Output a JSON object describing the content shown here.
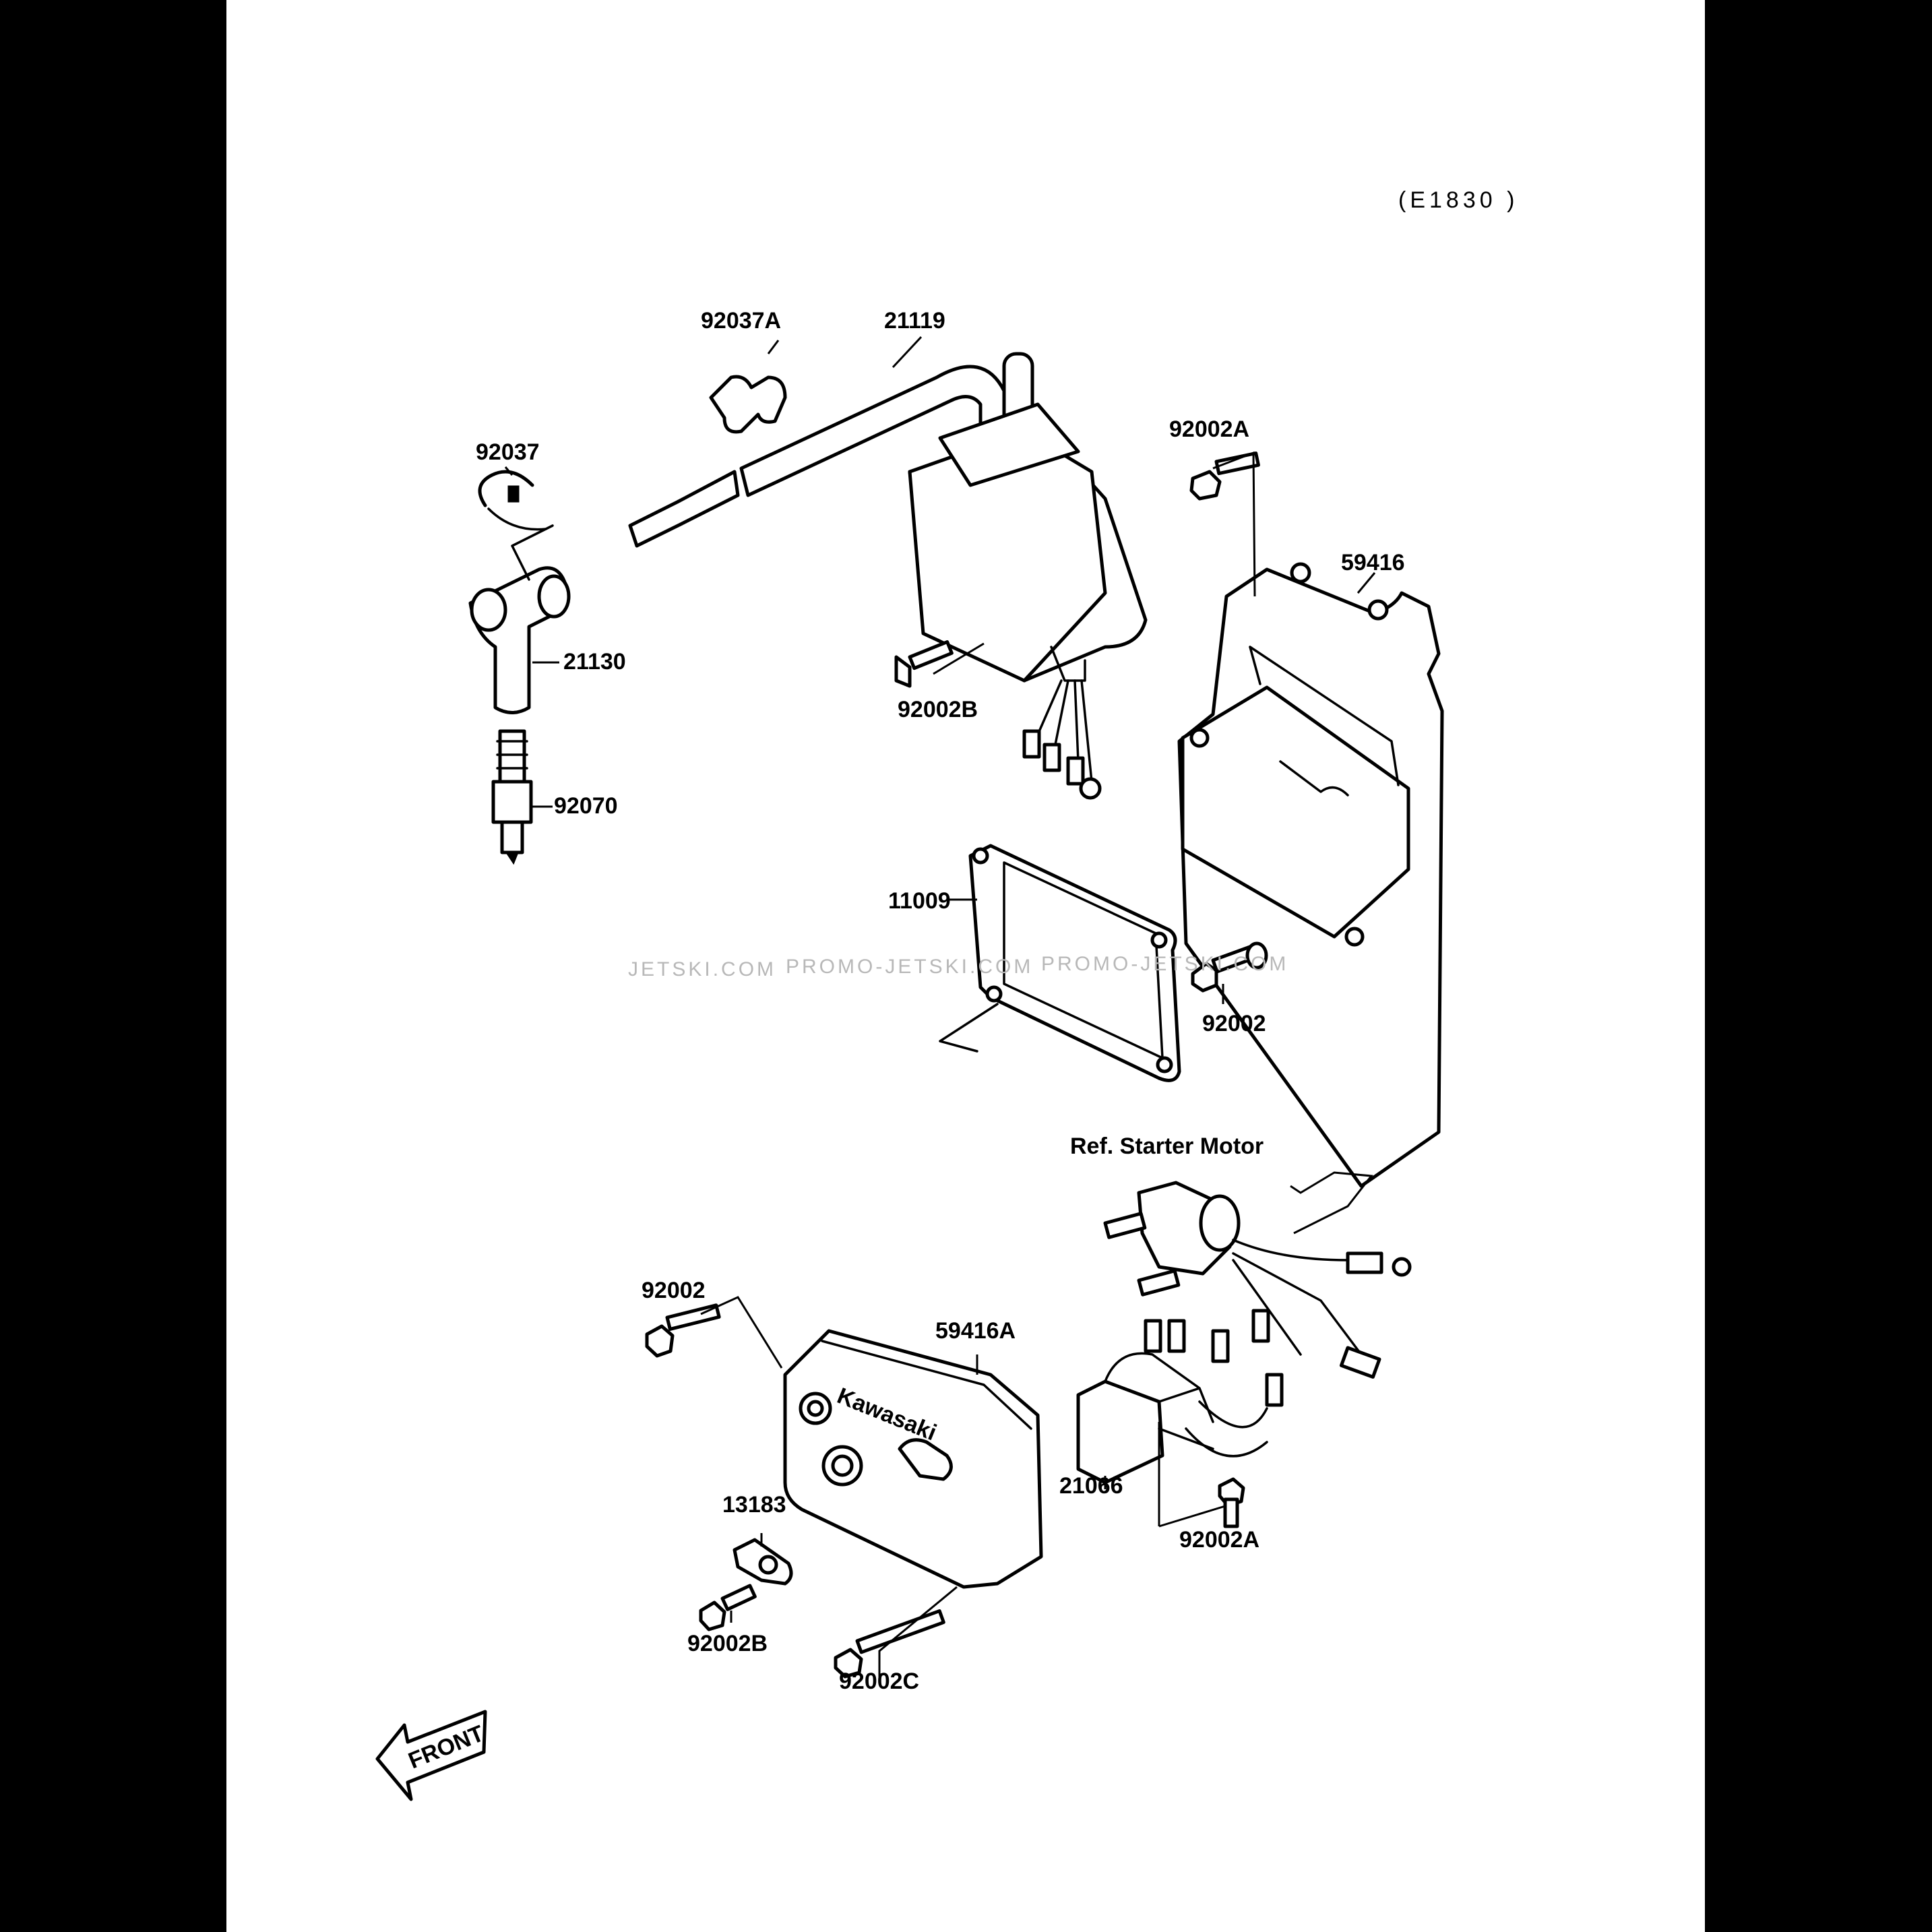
{
  "diagram_code": "(E1830 )",
  "parts": {
    "p92037A": "92037A",
    "p21119": "21119",
    "p92037": "92037",
    "p92002A_top": "92002A",
    "p59416": "59416",
    "p21130": "21130",
    "p92002B_top": "92002B",
    "p92070": "92070",
    "p11009": "11009",
    "p92002_top": "92002",
    "p92002_bottom": "92002",
    "p59416A": "59416A",
    "p13183": "13183",
    "p92002B_bottom": "92002B",
    "p92002C": "92002C",
    "p21066": "21066",
    "p92002A_bottom": "92002A"
  },
  "reference_note": "Ref. Starter Motor",
  "watermarks": [
    "JETSKI.COM",
    "PROMO-JETSKI.COM",
    "PROMO-JETSKI.COM"
  ],
  "cover_brand": "Kawasaki",
  "front_arrow": "FRONT"
}
